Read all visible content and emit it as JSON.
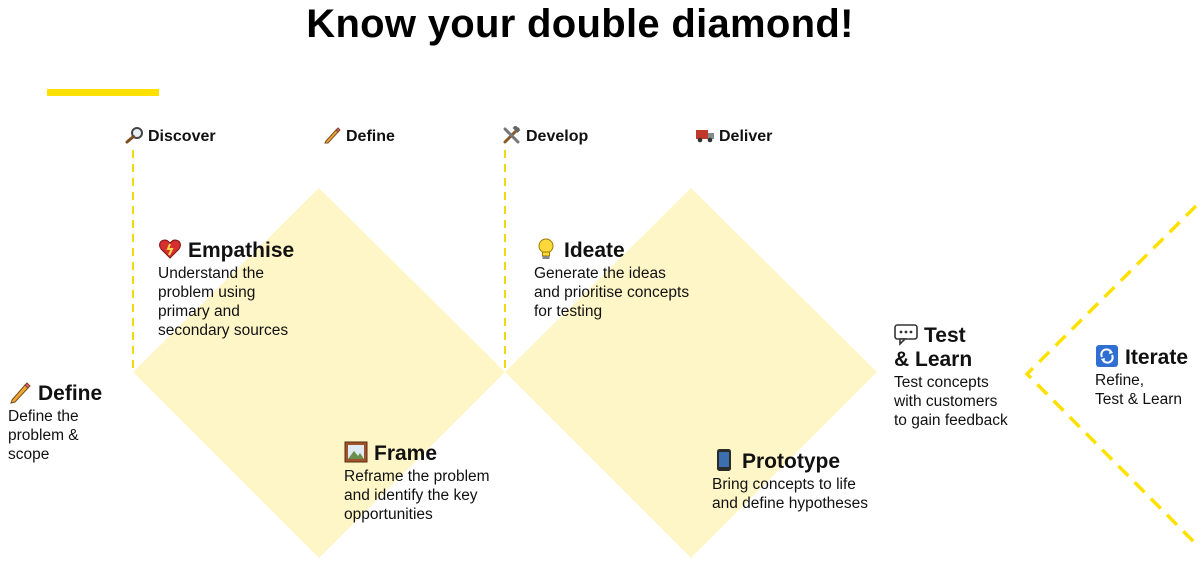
{
  "title": "Know your double diamond!",
  "colors": {
    "accent": "#ffe100",
    "diamond_fill": "#fff6c7",
    "dash": "#f2d90f"
  },
  "phases": [
    {
      "label": "Discover",
      "icon": "magnifier-icon"
    },
    {
      "label": "Define",
      "icon": "pencil-icon"
    },
    {
      "label": "Develop",
      "icon": "tools-icon"
    },
    {
      "label": "Deliver",
      "icon": "delivery-truck-icon"
    }
  ],
  "steps": {
    "define": {
      "title": "Define",
      "desc": "Define the\nproblem &\nscope",
      "icon": "pencil-icon"
    },
    "empathise": {
      "title": "Empathise",
      "desc": "Understand the\nproblem using\nprimary and\nsecondary sources",
      "icon": "heart-icon"
    },
    "frame": {
      "title": "Frame",
      "desc": "Reframe the problem\nand identify the key\nopportunities",
      "icon": "framed-picture-icon"
    },
    "ideate": {
      "title": "Ideate",
      "desc": "Generate the ideas\nand prioritise concepts\nfor testing",
      "icon": "light-bulb-icon"
    },
    "prototype": {
      "title": "Prototype",
      "desc": "Bring concepts to life\nand define hypotheses",
      "icon": "mobile-phone-icon"
    },
    "test_learn": {
      "title_line1": "Test",
      "title_line2": "& Learn",
      "desc": "Test concepts\nwith customers\nto gain feedback",
      "icon": "speech-bubble-icon"
    },
    "iterate": {
      "title": "Iterate",
      "desc": "Refine,\nTest & Learn",
      "icon": "refresh-icon"
    }
  }
}
